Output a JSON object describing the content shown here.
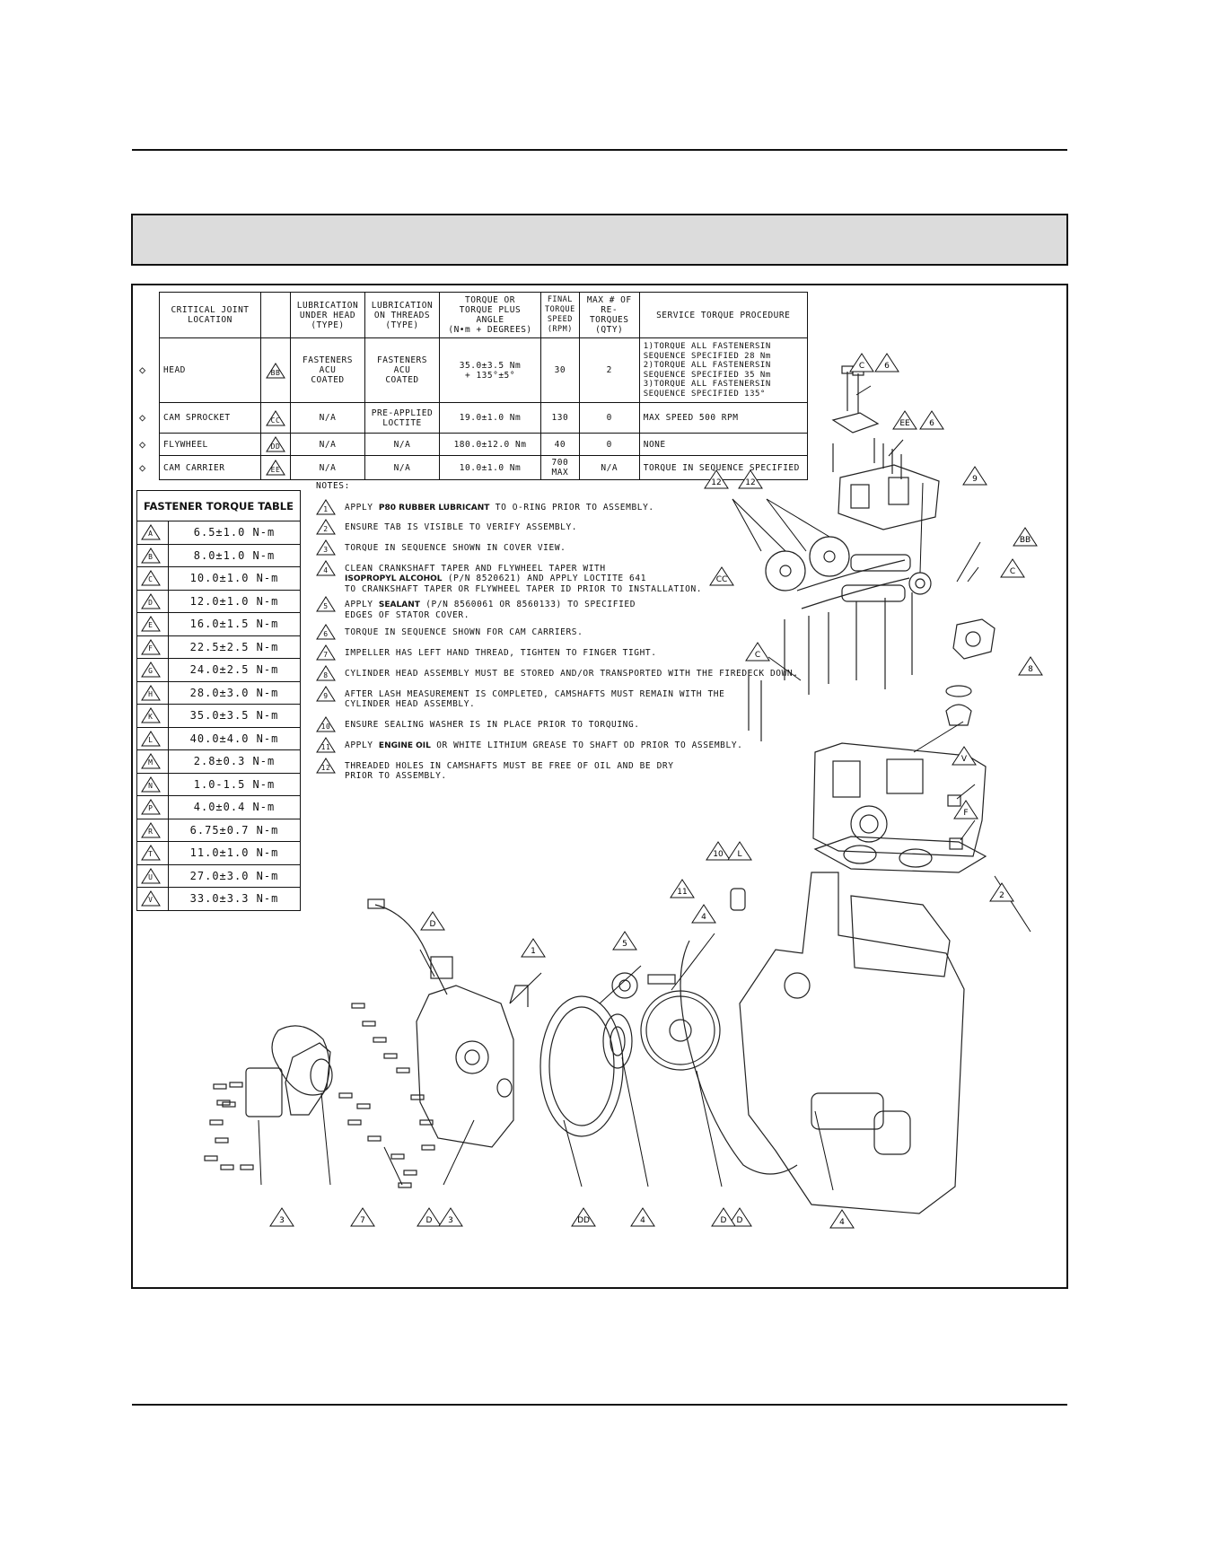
{
  "critical_joint_table": {
    "headers": {
      "location": "CRITICAL JOINT\nLOCATION",
      "lub_head": "LUBRICATION\nUNDER HEAD\n(TYPE)",
      "lub_threads": "LUBRICATION\nON THREADS\n(TYPE)",
      "torque": "TORQUE OR\nTORQUE PLUS ANGLE\n(N•m + DEGREES)",
      "final_speed": "FINAL\nTORQUE\nSPEED\n(RPM)",
      "max_retorques": "MAX # OF\nRE-TORQUES\n(QTY)",
      "procedure": "SERVICE TORQUE PROCEDURE"
    },
    "rows": [
      {
        "location": "HEAD",
        "callout": "BB",
        "lub_head": "FASTENERS ACU\nCOATED",
        "lub_threads": "FASTENERS ACU\nCOATED",
        "torque": "35.0±3.5 Nm\n+ 135°±5°",
        "speed": "30",
        "retorques": "2",
        "procedure": "1)TORQUE ALL FASTENERSIN\n  SEQUENCE SPECIFIED 28 Nm\n2)TORQUE ALL FASTENERSIN\n  SEQUENCE SPECIFIED 35 Nm\n3)TORQUE ALL FASTENERSIN\n  SEQUENCE SPECIFIED 135°"
      },
      {
        "location": "CAM SPROCKET",
        "callout": "CC",
        "lub_head": "N/A",
        "lub_threads": "PRE-APPLIED\nLOCTITE",
        "torque": "19.0±1.0 Nm",
        "speed": "130",
        "retorques": "0",
        "procedure": "MAX SPEED 500 RPM"
      },
      {
        "location": "FLYWHEEL",
        "callout": "DD",
        "lub_head": "N/A",
        "lub_threads": "N/A",
        "torque": "180.0±12.0 Nm",
        "speed": "40",
        "retorques": "0",
        "procedure": "NONE"
      },
      {
        "location": "CAM CARRIER",
        "callout": "EE",
        "lub_head": "N/A",
        "lub_threads": "N/A",
        "torque": "10.0±1.0 Nm",
        "speed": "700\nMAX",
        "retorques": "N/A",
        "procedure": "TORQUE IN SEQUENCE SPECIFIED"
      }
    ]
  },
  "fastener_table": {
    "title": "FASTENER TORQUE TABLE",
    "rows": [
      {
        "letter": "A",
        "value": "6.5±1.0 N-m"
      },
      {
        "letter": "B",
        "value": "8.0±1.0 N-m"
      },
      {
        "letter": "C",
        "value": "10.0±1.0 N-m"
      },
      {
        "letter": "D",
        "value": "12.0±1.0 N-m"
      },
      {
        "letter": "E",
        "value": "16.0±1.5 N-m"
      },
      {
        "letter": "F",
        "value": "22.5±2.5 N-m"
      },
      {
        "letter": "G",
        "value": "24.0±2.5 N-m"
      },
      {
        "letter": "H",
        "value": "28.0±3.0 N-m"
      },
      {
        "letter": "K",
        "value": "35.0±3.5 N-m"
      },
      {
        "letter": "L",
        "value": "40.0±4.0 N-m"
      },
      {
        "letter": "M",
        "value": "2.8±0.3 N-m"
      },
      {
        "letter": "N",
        "value": "1.0-1.5 N-m"
      },
      {
        "letter": "P",
        "value": "4.0±0.4 N-m"
      },
      {
        "letter": "R",
        "value": "6.75±0.7 N-m"
      },
      {
        "letter": "T",
        "value": "11.0±1.0 N-m"
      },
      {
        "letter": "U",
        "value": "27.0±3.0 N-m"
      },
      {
        "letter": "V",
        "value": "33.0±3.3 N-m"
      }
    ]
  },
  "notes": {
    "title": "NOTES:",
    "items": [
      {
        "num": "1",
        "pre": "APPLY ",
        "bold": "P80 RUBBER LUBRICANT",
        "post": " TO O-RING PRIOR TO ASSEMBLY."
      },
      {
        "num": "2",
        "pre": "ENSURE TAB IS VISIBLE TO VERIFY ASSEMBLY.",
        "bold": "",
        "post": ""
      },
      {
        "num": "3",
        "pre": "TORQUE IN SEQUENCE SHOWN IN COVER VIEW.",
        "bold": "",
        "post": ""
      },
      {
        "num": "4",
        "pre": "CLEAN CRANKSHAFT TAPER AND FLYWHEEL TAPER WITH\n",
        "bold": "ISOPROPYL ALCOHOL",
        "post": " (P/N 8520621) AND APPLY LOCTITE 641\nTO CRANKSHAFT TAPER OR FLYWHEEL TAPER ID PRIOR TO INSTALLATION."
      },
      {
        "num": "5",
        "pre": "APPLY ",
        "bold": "SEALANT",
        "post": " (P/N 8560061 OR 8560133) TO SPECIFIED\nEDGES OF STATOR COVER."
      },
      {
        "num": "6",
        "pre": "TORQUE IN SEQUENCE SHOWN FOR CAM CARRIERS.",
        "bold": "",
        "post": ""
      },
      {
        "num": "7",
        "pre": "IMPELLER HAS LEFT HAND THREAD, TIGHTEN TO FINGER TIGHT.",
        "bold": "",
        "post": ""
      },
      {
        "num": "8",
        "pre": "CYLINDER HEAD ASSEMBLY MUST BE STORED AND/OR TRANSPORTED WITH THE FIREDECK DOWN.",
        "bold": "",
        "post": ""
      },
      {
        "num": "9",
        "pre": "AFTER LASH MEASUREMENT IS COMPLETED, CAMSHAFTS MUST REMAIN WITH THE\nCYLINDER HEAD ASSEMBLY.",
        "bold": "",
        "post": ""
      },
      {
        "num": "10",
        "pre": "ENSURE SEALING WASHER IS IN PLACE PRIOR TO TORQUING.",
        "bold": "",
        "post": ""
      },
      {
        "num": "11",
        "pre": "APPLY ",
        "bold": "ENGINE OIL",
        "post": " OR WHITE LITHIUM GREASE TO SHAFT OD PRIOR TO ASSEMBLY."
      },
      {
        "num": "12",
        "pre": "THREADED HOLES IN CAMSHAFTS MUST BE FREE OF OIL AND BE DRY\nPRIOR TO ASSEMBLY.",
        "bold": "",
        "post": ""
      }
    ]
  },
  "callouts": [
    "C",
    "6",
    "EE",
    "6",
    "12",
    "12",
    "9",
    "BB",
    "CC",
    "C",
    "C",
    "8",
    "V",
    "F",
    "10",
    "L",
    "2",
    "D",
    "1",
    "5",
    "4",
    "11",
    "D",
    "3",
    "7",
    "D",
    "3",
    "DD",
    "4",
    "D",
    "4"
  ]
}
